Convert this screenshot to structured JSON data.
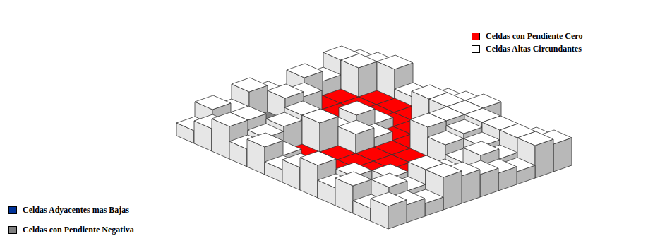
{
  "diagram": {
    "legend": [
      {
        "text": "Celdas con Pendiente Cero",
        "color": "#ff0000"
      },
      {
        "text": "Celdas Altas Circundantes",
        "color": "#ffffff"
      },
      {
        "text": "Celdas Adyacentes mas Bajas",
        "color": "#003399"
      },
      {
        "text": "Celdas con Pendiente Negativa",
        "color": "#808080"
      }
    ]
  }
}
